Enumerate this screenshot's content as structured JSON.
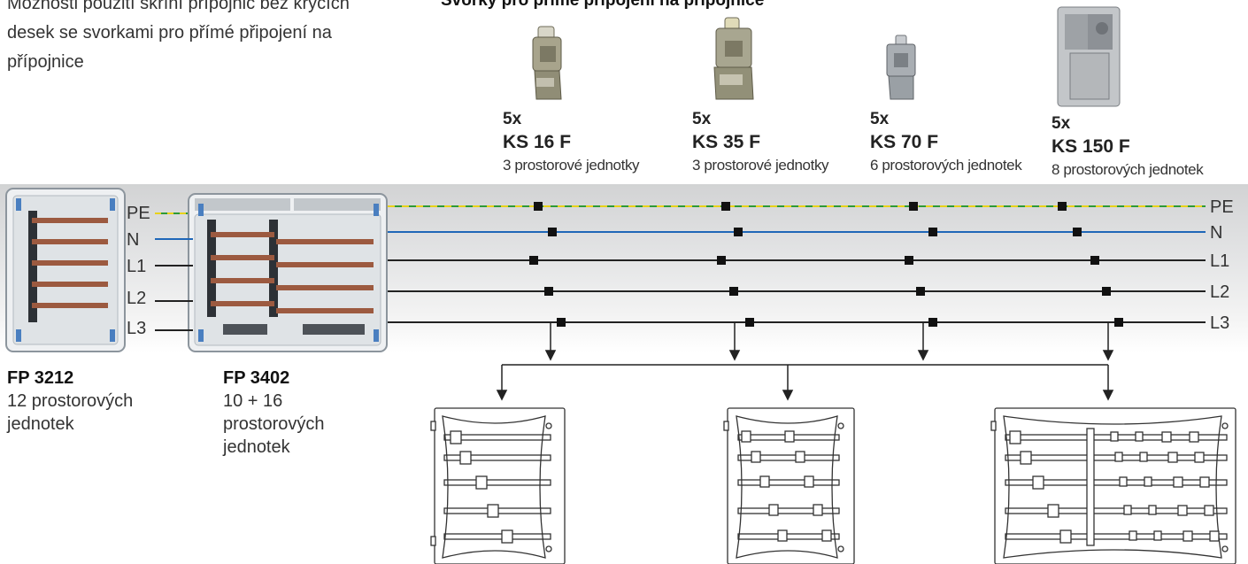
{
  "intro_text": "Možnosti použití skříní přípojnic bez krycích desek se svorkami pro přímé připojení na přípojnice",
  "terminals_heading": "Svorky pro přímé připojení na přípojnice",
  "terminals": [
    {
      "qty": "5x",
      "code": "KS 16 F",
      "units": "3 prostorové jednotky",
      "icon": "small-busbar-clamp-icon"
    },
    {
      "qty": "5x",
      "code": "KS 35 F",
      "units": "3 prostorové jednotky",
      "icon": "medium-busbar-clamp-icon"
    },
    {
      "qty": "5x",
      "code": "KS 70 F",
      "units": "6 prostorových jednotek",
      "icon": "large-busbar-clamp-icon"
    },
    {
      "qty": "5x",
      "code": "KS 150 F",
      "units": "8 prostorových jednotek",
      "icon": "xl-busbar-clamp-icon"
    }
  ],
  "busbars": [
    {
      "label": "PE",
      "color": "#2e9a36",
      "dash_color": "#e8d21a"
    },
    {
      "label": "N",
      "color": "#1f67b8"
    },
    {
      "label": "L1",
      "color": "#222222"
    },
    {
      "label": "L2",
      "color": "#222222"
    },
    {
      "label": "L3",
      "color": "#222222"
    }
  ],
  "enclosures": [
    {
      "code": "FP 3212",
      "description": "12 prostorových jednotek"
    },
    {
      "code": "FP 3402",
      "description": "10 + 16 prostorových jednotek"
    }
  ],
  "colors": {
    "band": "#dcdddd",
    "enclosure_frame": "#9aa3ab",
    "copper": "#9c5a40",
    "clamp": "#8f8d77"
  }
}
